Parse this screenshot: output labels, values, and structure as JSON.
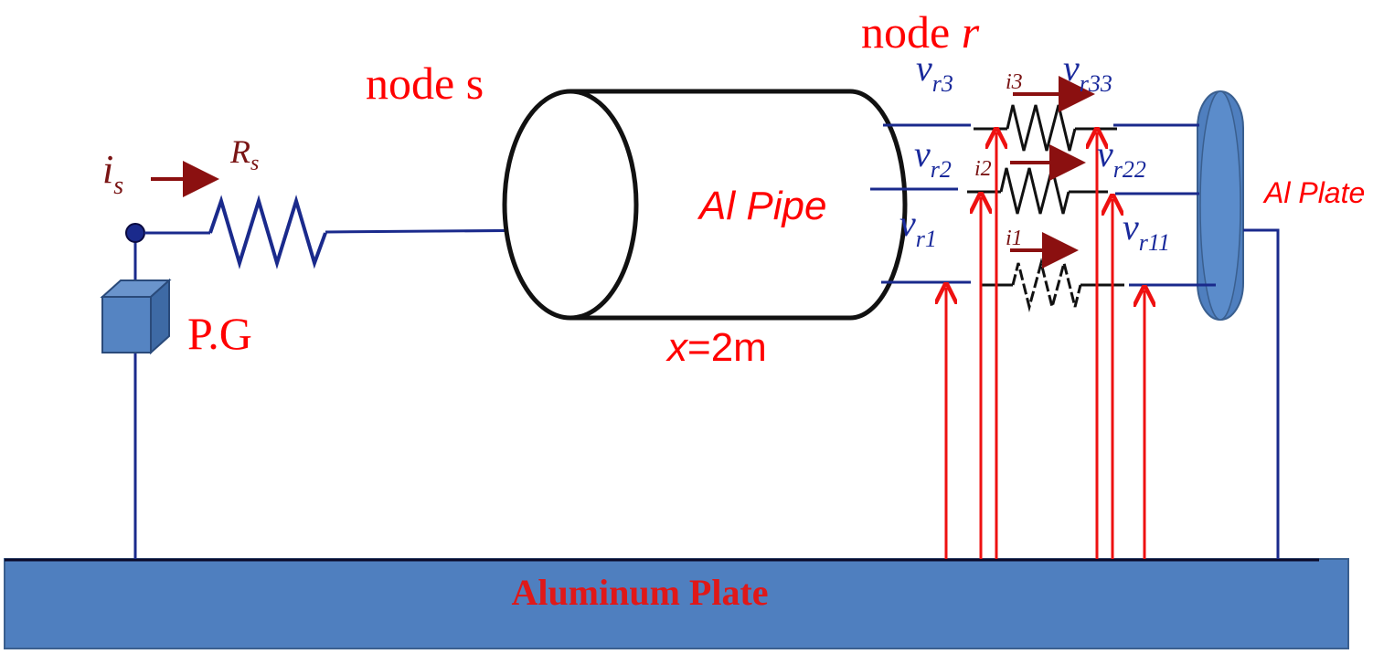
{
  "labels": {
    "node_s": "node s",
    "node_r_prefix": "node ",
    "node_r_var": "r",
    "current_source": "i",
    "current_source_sub": "s",
    "source_resistor": "R",
    "source_resistor_sub": "s",
    "pulse_generator": "P.G",
    "pipe": "Al Pipe",
    "pipe_length": "x",
    "pipe_length_value": "=2m",
    "plate_right": "Al Plate",
    "ground_plate": "Aluminum Plate",
    "v_r3": "v",
    "v_r3_sub": "r3",
    "v_r2": "v",
    "v_r2_sub": "r2",
    "v_r1": "v",
    "v_r1_sub": "r1",
    "v_r33": "v",
    "v_r33_sub": "r33",
    "v_r22": "v",
    "v_r22_sub": "r22",
    "v_r11": "v",
    "v_r11_sub": "r11",
    "i3": "i3",
    "i2": "i2",
    "i1": "i1"
  },
  "colors": {
    "wire": "#1a2a8c",
    "label_red": "#ff0000",
    "arrow_dark_red": "#8b1010",
    "probe_red": "#ee1111",
    "plate_fill": "#4f7fbf",
    "plate_stroke": "#3a5f8f",
    "voltage_label": "#1a2a9c",
    "current_label": "#7a1414",
    "outline": "#111111"
  }
}
